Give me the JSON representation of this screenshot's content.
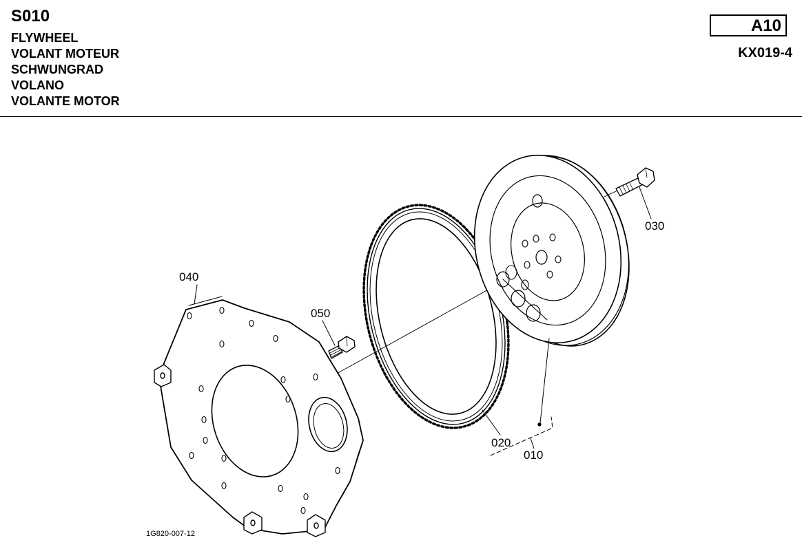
{
  "header": {
    "section_code": "S010",
    "names": [
      "FLYWHEEL",
      "VOLANT MOTEUR",
      "SCHWUNGRAD",
      "VOLANO",
      "VOLANTE MOTOR"
    ],
    "group_code": "A10",
    "model": "KX019-4"
  },
  "diagram": {
    "drawing_number": "1G820-007-12",
    "parts": [
      {
        "ref": "010"
      },
      {
        "ref": "020"
      },
      {
        "ref": "030"
      },
      {
        "ref": "040"
      },
      {
        "ref": "050"
      }
    ]
  }
}
